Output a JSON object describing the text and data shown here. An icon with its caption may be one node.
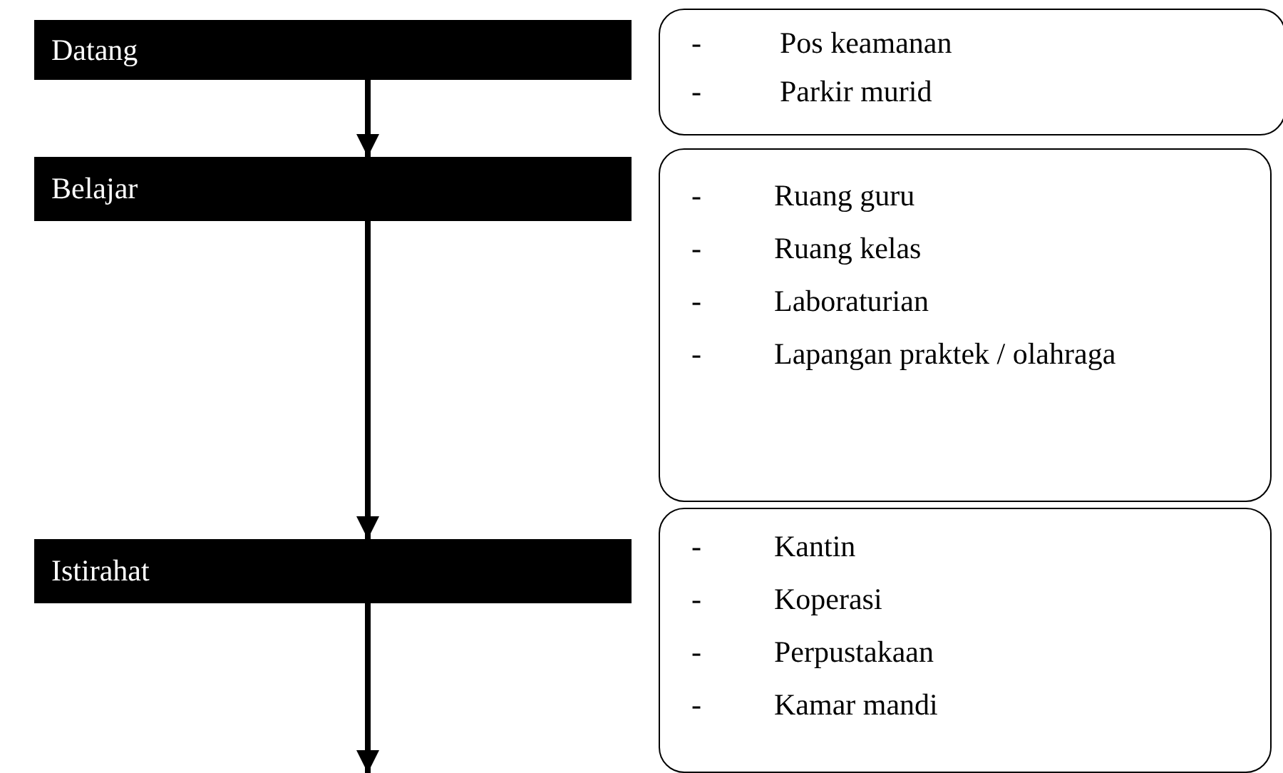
{
  "diagram": {
    "nodes": [
      {
        "text": [
          "Datang"
        ]
      },
      {
        "text": [
          "- Pos keamanan",
          "- Parkir murid"
        ]
      },
      {
        "text": [
          "Belajar"
        ]
      },
      {
        "text": [
          "- Ruang guru",
          "- Ruang kelas",
          "- Laboraturian",
          "- Lapangan praktek / olahraga"
        ]
      },
      {
        "text": [
          "Istirahat"
        ]
      },
      {
        "text": [
          "- Kantin",
          "- Koperasi",
          "- Perpustakaan",
          "- Kamar mandi"
        ]
      }
    ],
    "edges": [
      {
        "from": 0,
        "to": 2,
        "arrow": "to"
      },
      {
        "from": 2,
        "to": 4,
        "arrow": "to"
      },
      {
        "from": 4,
        "to": null,
        "arrow": "to"
      }
    ]
  }
}
